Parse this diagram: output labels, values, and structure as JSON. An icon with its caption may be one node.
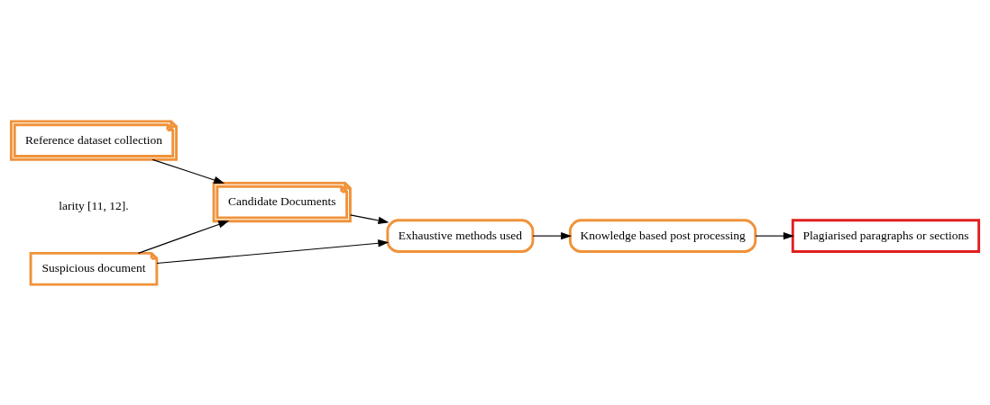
{
  "diagram": {
    "nodes": [
      {
        "text": [
          "Suspicious document"
        ]
      },
      {
        "text": [
          "Reference dataset collection"
        ]
      },
      {
        "text": [
          "Candidate Documents"
        ]
      },
      {
        "text": [
          "Exhaustive methods used"
        ]
      },
      {
        "text": [
          "Knowledge based post processing"
        ]
      },
      {
        "text": [
          "Plagiarised paragraphs or sections"
        ]
      }
    ],
    "edges": [
      {
        "from": 0,
        "to": 3,
        "arrow": "to"
      },
      {
        "from": 0,
        "to": 2,
        "arrow": "to"
      },
      {
        "from": 1,
        "to": 2,
        "arrow": "to"
      },
      {
        "from": 2,
        "to": 3,
        "arrow": "to"
      },
      {
        "from": 3,
        "to": 4,
        "arrow": "to"
      },
      {
        "from": 4,
        "to": 5,
        "arrow": "to"
      }
    ],
    "labels": [
      "larity [11, 12]."
    ]
  }
}
